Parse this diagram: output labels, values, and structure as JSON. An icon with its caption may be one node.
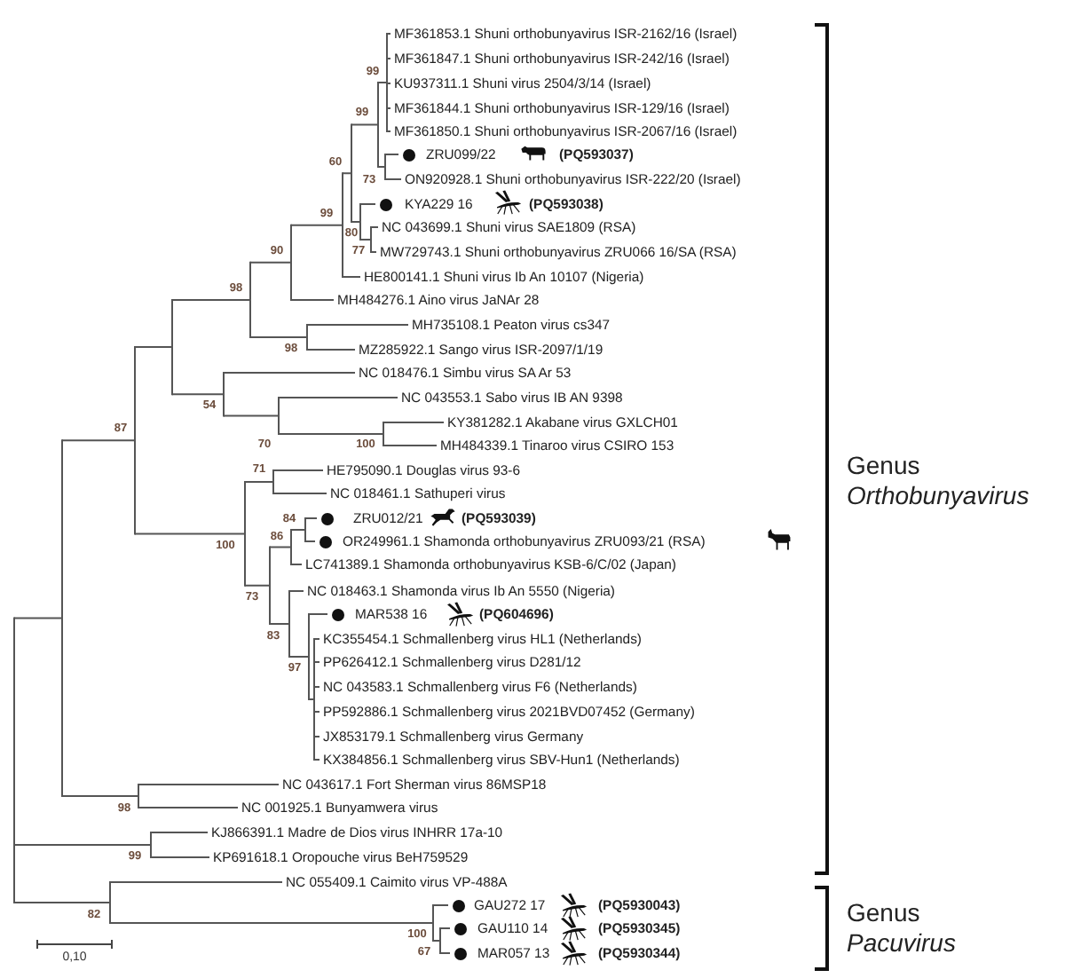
{
  "diagram": {
    "labels": [
      "MF361853.1 Shuni orthobunyavirus ISR-2162/16 (Israel)",
      "MF361847.1 Shuni orthobunyavirus ISR-242/16 (Israel)",
      "KU937311.1 Shuni virus 2504/3/14 (Israel)",
      "MF361844.1 Shuni orthobunyavirus ISR-129/16 (Israel)",
      "MF361850.1 Shuni orthobunyavirus ISR-2067/16 (Israel)",
      "ZRU099/22",
      "(PQ593037)",
      "ON920928.1 Shuni orthobunyavirus ISR-222/20 (Israel)",
      "KYA229 16",
      "(PQ593038)",
      "NC 043699.1 Shuni virus SAE1809 (RSA)",
      "MW729743.1 Shuni orthobunyavirus ZRU066 16/SA (RSA)",
      "HE800141.1 Shuni virus Ib An 10107 (Nigeria)",
      "MH484276.1 Aino virus JaNAr 28",
      "MH735108.1 Peaton virus cs347",
      "MZ285922.1 Sango virus ISR-2097/1/19",
      "NC 018476.1 Simbu virus SA Ar 53",
      "NC 043553.1 Sabo virus IB AN 9398",
      "KY381282.1 Akabane virus GXLCH01",
      "MH484339.1 Tinaroo virus CSIRO 153",
      "HE795090.1 Douglas virus 93-6",
      "NC 018461.1 Sathuperi virus",
      "ZRU012/21",
      "(PQ593039)",
      "OR249961.1 Shamonda orthobunyavirus ZRU093/21 (RSA)",
      "LC741389.1 Shamonda orthobunyavirus KSB-6/C/02 (Japan)",
      "NC 018463.1 Shamonda virus Ib An 5550 (Nigeria)",
      "MAR538 16",
      "(PQ604696)",
      "KC355454.1 Schmallenberg virus HL1 (Netherlands)",
      "PP626412.1 Schmallenberg virus D281/12",
      "NC 043583.1 Schmallenberg virus F6 (Netherlands)",
      "PP592886.1 Schmallenberg virus 2021BVD07452 (Germany)",
      "JX853179.1 Schmallenberg virus Germany",
      "KX384856.1 Schmallenberg virus SBV-Hun1 (Netherlands)",
      "NC 043617.1 Fort Sherman virus 86MSP18",
      "NC 001925.1 Bunyamwera virus",
      "KJ866391.1 Madre de Dios virus INHRR 17a-10",
      "KP691618.1 Oropouche virus BeH759529",
      "NC 055409.1 Caimito virus VP-488A",
      "GAU272 17",
      "(PQ5930043)",
      "GAU110 14",
      "(PQ5930345)",
      "MAR057 13",
      "(PQ5930344)",
      "Genus *Orthobunyavirus*",
      "Genus *Pacuvirus*",
      "99",
      "99",
      "60",
      "73",
      "99",
      "80",
      "90",
      "77",
      "98",
      "98",
      "54",
      "87",
      "70",
      "100",
      "71",
      "84",
      "86",
      "100",
      "73",
      "83",
      "97",
      "98",
      "99",
      "82",
      "100",
      "67",
      "0,10"
    ]
  }
}
